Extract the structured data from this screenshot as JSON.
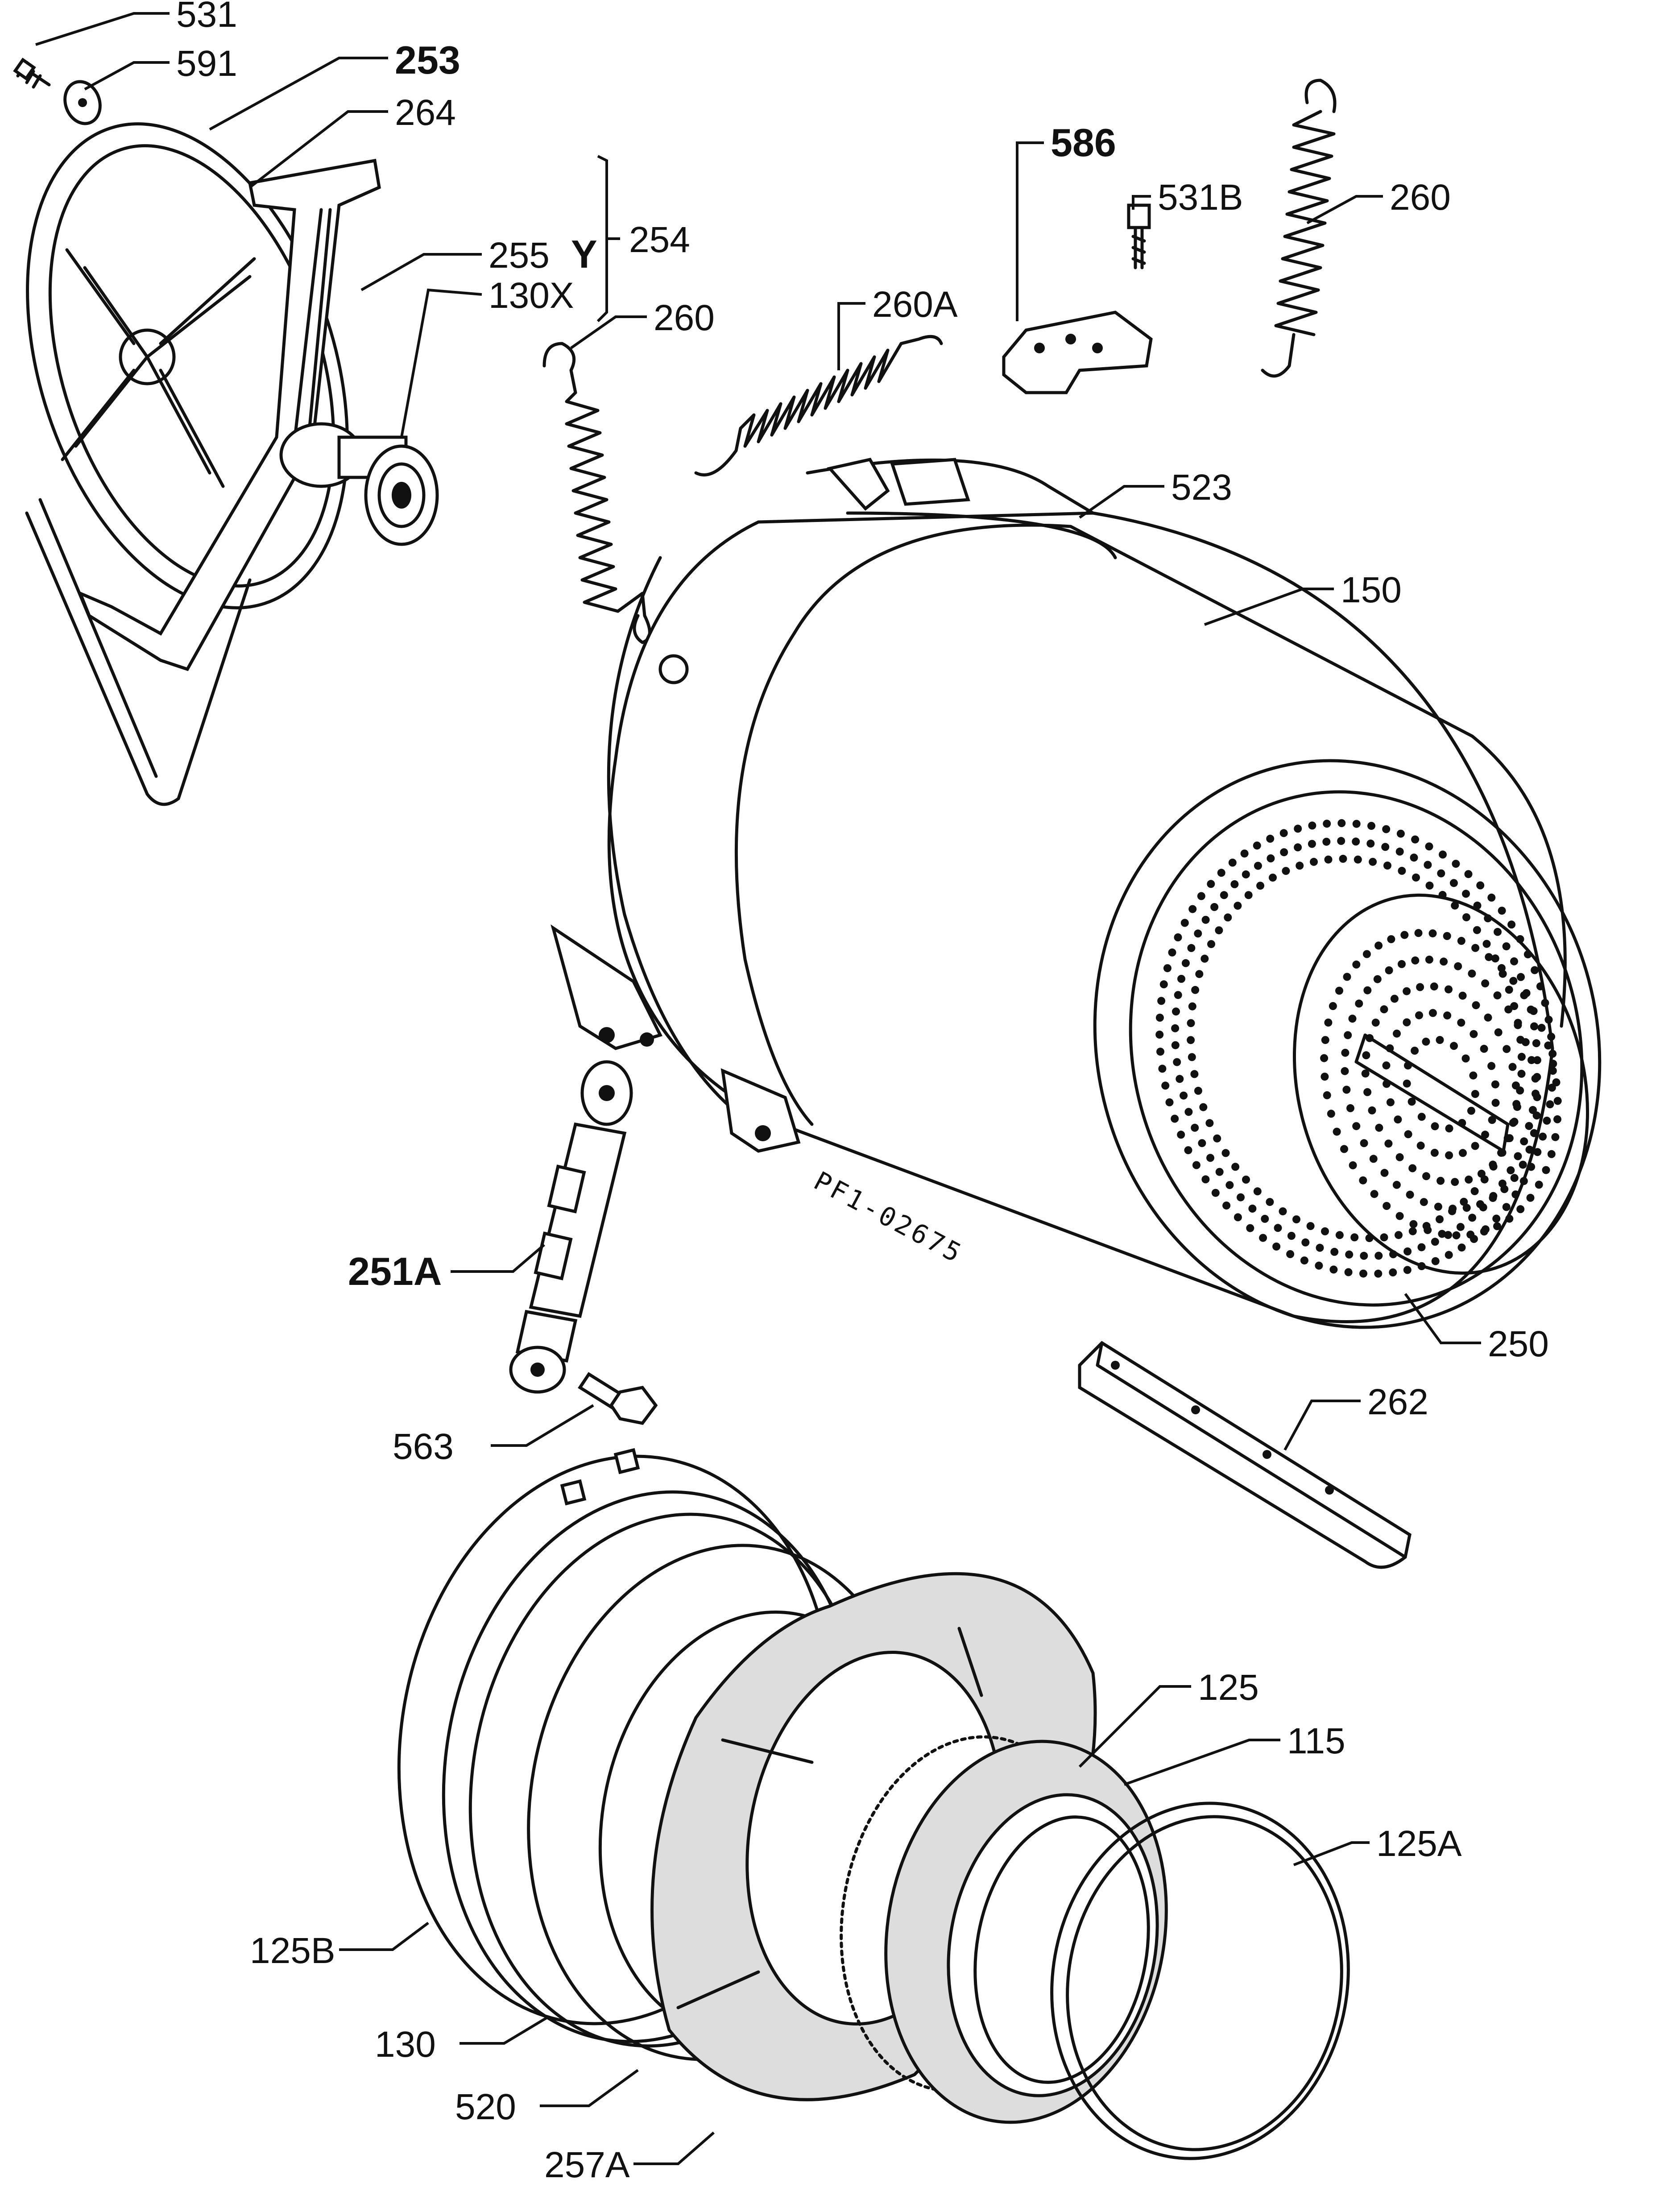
{
  "labels": {
    "p531": "531",
    "p591": "591",
    "p253": "253",
    "p264": "264",
    "p254": "254",
    "p255": "255",
    "p255_suffix": "Y",
    "p130x": "130X",
    "p260_left": "260",
    "p260a": "260A",
    "p586": "586",
    "p531b": "531B",
    "p260_right": "260",
    "p523": "523",
    "p150": "150",
    "p250": "250",
    "p251a": "251A",
    "p563": "563",
    "p262": "262",
    "p125": "125",
    "p115": "115",
    "p125a": "125A",
    "p125b": "125B",
    "p130": "130",
    "p520": "520",
    "p257a": "257A"
  },
  "drawing_code": "PF1-02675"
}
